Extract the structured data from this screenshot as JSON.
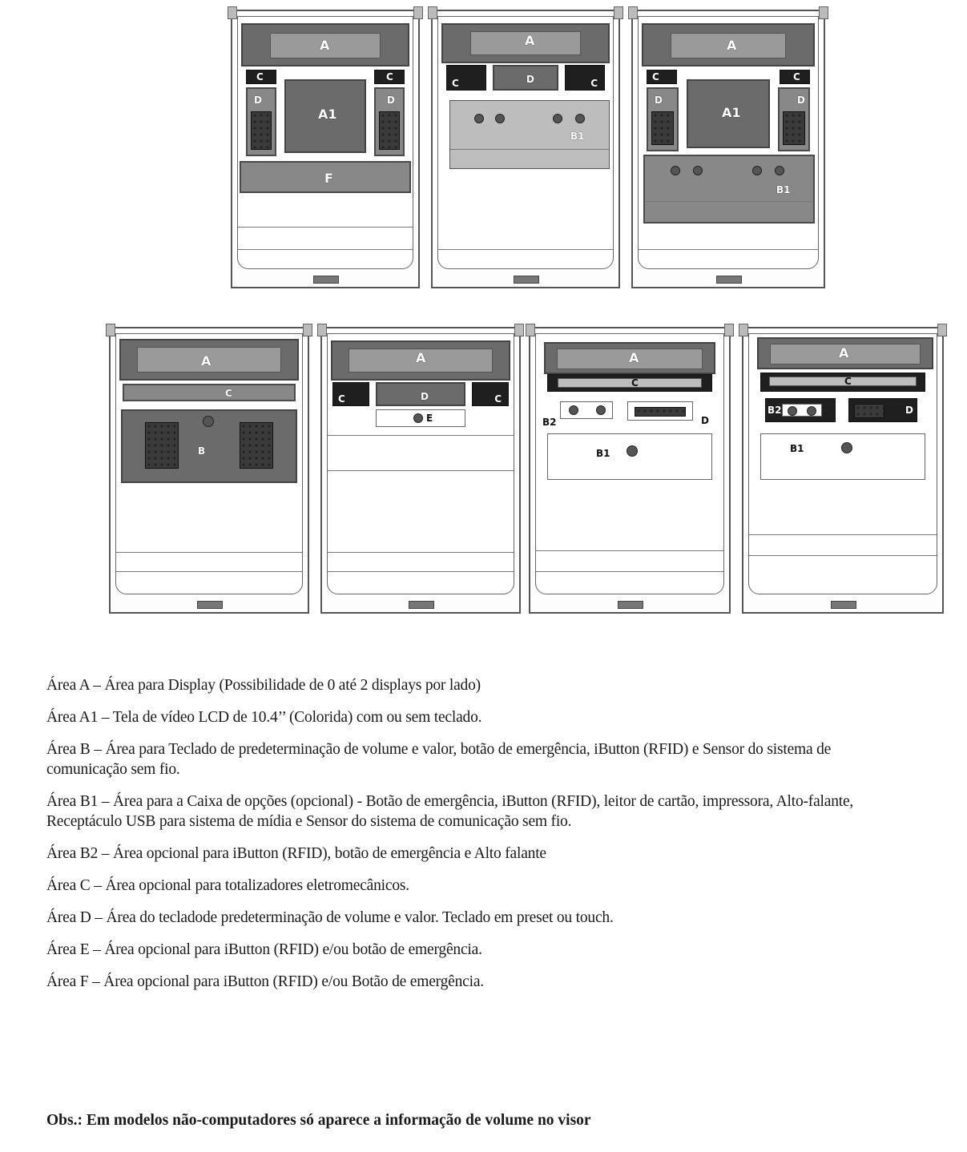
{
  "figure": {
    "top_row": [
      {
        "labels": {
          "a": "A",
          "a1": "A1",
          "d_left": "D",
          "d_right": "D",
          "c_left": "C",
          "c_right": "C",
          "f": "F"
        }
      },
      {
        "labels": {
          "a": "A",
          "d": "D",
          "c_left": "C",
          "c_right": "C",
          "b1": "B1"
        }
      },
      {
        "labels": {
          "a": "A",
          "a1": "A1",
          "d_left": "D",
          "d_right": "D",
          "c_left": "C",
          "c_right": "C",
          "b1": "B1"
        }
      }
    ],
    "bottom_row": [
      {
        "labels": {
          "a": "A",
          "c": "C",
          "b": "B"
        }
      },
      {
        "labels": {
          "a": "A",
          "d": "D",
          "c_left": "C",
          "c_right": "C",
          "e": "E"
        }
      },
      {
        "labels": {
          "a": "A",
          "c": "C",
          "b2": "B2",
          "d": "D",
          "b1": "B1"
        }
      },
      {
        "labels": {
          "a": "A",
          "c": "C",
          "b2": "B2",
          "d": "D",
          "b1": "B1"
        }
      }
    ]
  },
  "legend": [
    "Área A – Área para Display (Possibilidade de 0 até 2 displays por lado)",
    "Área A1 – Tela de vídeo LCD de 10.4’’ (Colorida) com ou sem teclado.",
    "Área B – Área para Teclado de predeterminação de volume e valor, botão de emergência, iButton (RFID) e Sensor do sistema de comunicação sem fio.",
    "Área B1 – Área para a Caixa de opções (opcional) - Botão de emergência, iButton (RFID), leitor de cartão, impressora, Alto-falante, Receptáculo USB para sistema de mídia e Sensor do sistema de comunicação sem fio.",
    "Área B2 – Área opcional para iButton (RFID), botão de emergência e Alto falante",
    "Área C – Área opcional para totalizadores eletromecânicos.",
    "Área D – Área do tecladode predeterminação de volume e valor. Teclado em preset ou touch.",
    "Área E – Área opcional para iButton (RFID) e/ou botão de emergência.",
    "Área F – Área opcional para iButton (RFID) e/ou Botão de emergência."
  ],
  "note": "Obs.: Em modelos não-computadores só aparece a informação de volume no visor"
}
